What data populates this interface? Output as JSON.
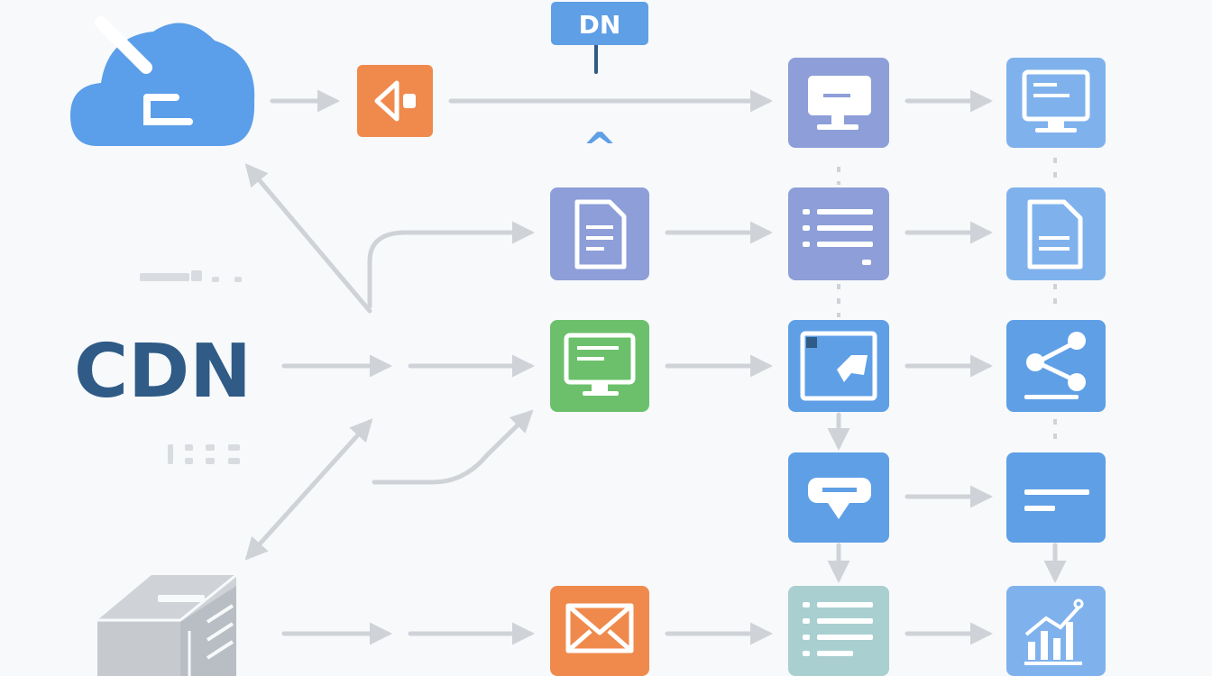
{
  "diagram": {
    "title": "CDN",
    "top_badge": "DN",
    "caret": "^"
  },
  "colors": {
    "background": "#f7f9fb",
    "arrow": "#cfd3d8",
    "cloud": "#5b9ee9",
    "title": "#2f5b86",
    "orange": "#ef8a4c",
    "purple": "#8d9ed8",
    "green": "#6cc06b",
    "blue": "#5f9fe6",
    "light_blue": "#7fb2ec",
    "mint": "#a9cfd0",
    "gray": "#c9cdd2",
    "white": "#ffffff"
  },
  "nodes": [
    {
      "name": "cloud-upload-icon",
      "color": "cloud"
    },
    {
      "name": "speaker-icon",
      "color": "orange"
    },
    {
      "name": "monitor-icon",
      "color": "purple"
    },
    {
      "name": "monitor-icon",
      "color": "light_blue"
    },
    {
      "name": "document-icon",
      "color": "purple"
    },
    {
      "name": "list-icon",
      "color": "purple"
    },
    {
      "name": "document-icon",
      "color": "light_blue"
    },
    {
      "name": "monitor-icon",
      "color": "green"
    },
    {
      "name": "image-icon",
      "color": "blue"
    },
    {
      "name": "share-icon",
      "color": "blue"
    },
    {
      "name": "chat-bubble-icon",
      "color": "blue"
    },
    {
      "name": "text-lines-icon",
      "color": "blue"
    },
    {
      "name": "mail-icon",
      "color": "orange"
    },
    {
      "name": "list-icon",
      "color": "mint"
    },
    {
      "name": "bar-chart-icon",
      "color": "light_blue"
    },
    {
      "name": "server-icon",
      "color": "gray"
    }
  ]
}
